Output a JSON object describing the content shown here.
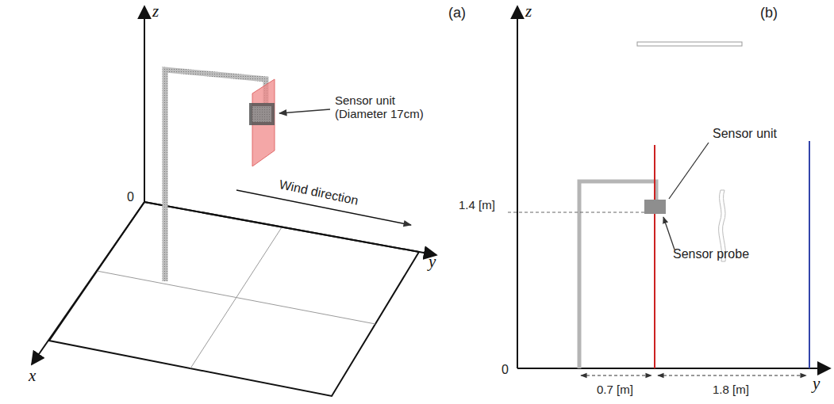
{
  "diagram": {
    "labels": [
      "(a)",
      "z",
      "0",
      "x",
      "y",
      "Sensor unit (Diameter 17cm)",
      "Wind direction",
      "(b)",
      "z",
      "Sensor unit",
      "1.4 [m]",
      "Sensor probe",
      "0",
      "0.7 [m]",
      "1.8 [m]",
      "y"
    ]
  }
}
